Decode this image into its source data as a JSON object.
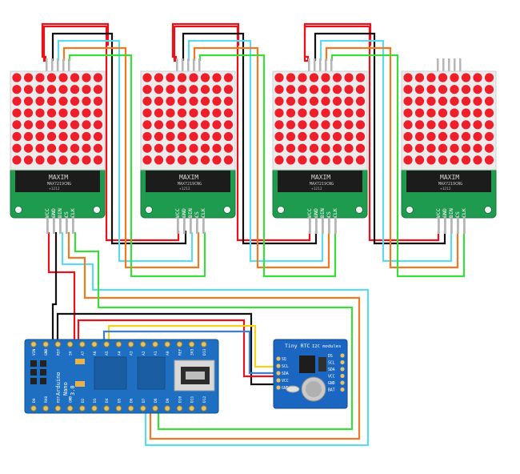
{
  "matrix_module": {
    "chip_brand": "MAXIM",
    "chip_part": "MAX7219CNG",
    "chip_code": "+1212",
    "pin_labels": [
      "VCC",
      "GND",
      "DIN",
      "CS",
      "CLK"
    ],
    "count": 4
  },
  "arduino": {
    "board_text": [
      "Arduino",
      "Nano",
      "3.0"
    ],
    "top_pins": [
      "VIN",
      "GND",
      "RST",
      "5V",
      "A7",
      "A6",
      "A5",
      "A4",
      "A3",
      "A2",
      "A1",
      "A0",
      "REF",
      "3V3",
      "D13"
    ],
    "bottom_pins": [
      "D0",
      "RX0",
      "RST",
      "GND",
      "D2",
      "D3",
      "D4",
      "D5",
      "D6",
      "D7",
      "D8",
      "D9",
      "D10",
      "D11",
      "D12"
    ]
  },
  "rtc": {
    "title": "Tiny RTC",
    "subtitle": "I2C modules",
    "left_pins": [
      "SQ",
      "SCL",
      "SDA",
      "VCC",
      "GND"
    ],
    "right_pins": [
      "DS",
      "SCL",
      "SDA",
      "VCC",
      "GND",
      "BAT"
    ]
  },
  "wire_colors": {
    "vcc": "#e8121a",
    "gnd": "#111111",
    "din": "#5fd9f0",
    "cs": "#f07a22",
    "clk": "#3ddc3d",
    "scl": "#f4d11f",
    "sda": "#3a7de0"
  }
}
